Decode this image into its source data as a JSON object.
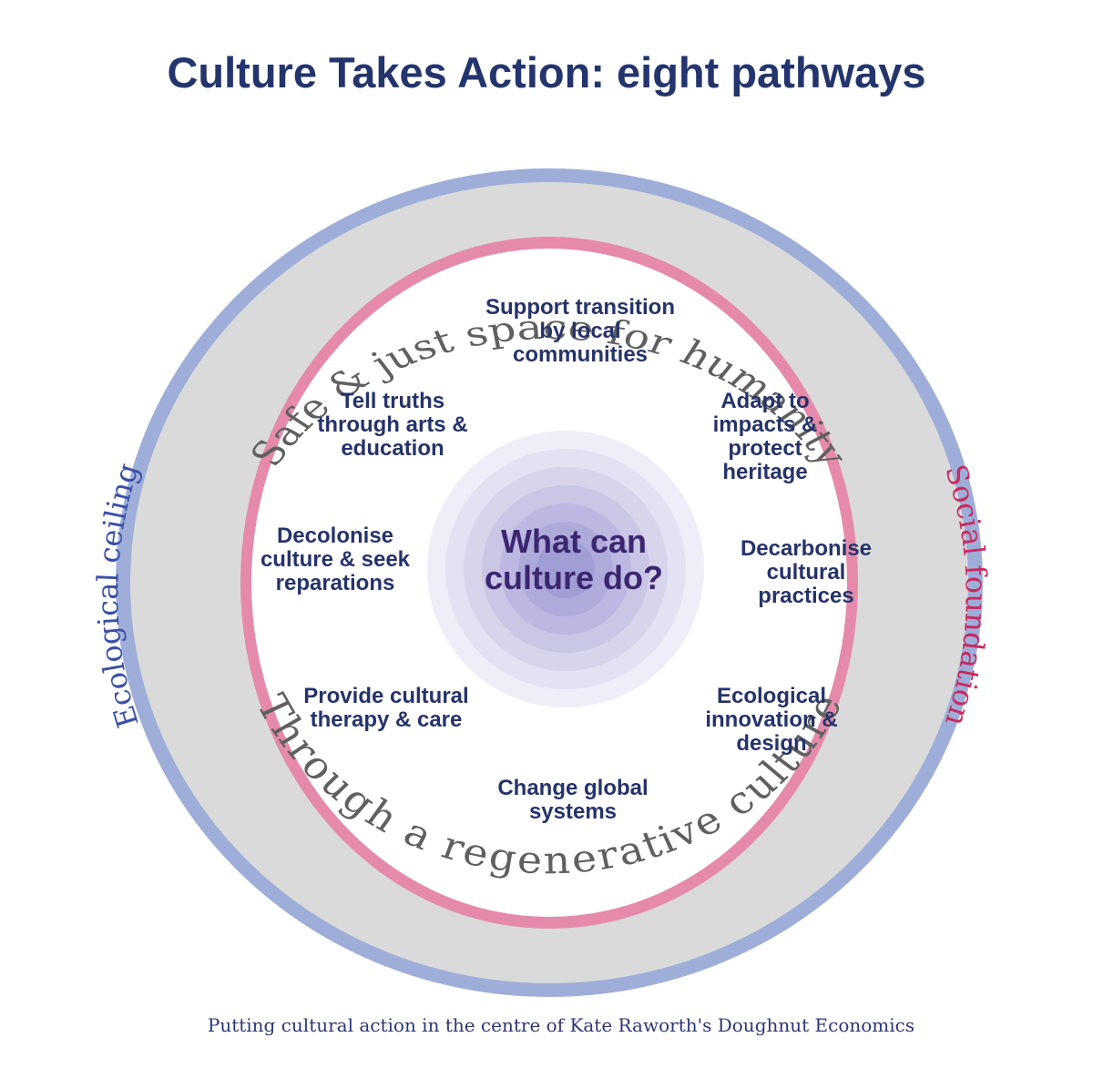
{
  "title": "Culture Takes Action: eight pathways",
  "rings": {
    "top_label": "Safe & just space for humanity",
    "bottom_label": "Through a regenerative culture",
    "left_label": "Ecological ceiling",
    "right_label": "Social foundation"
  },
  "center": {
    "line1": "What can",
    "line2": "culture do?"
  },
  "pathways": [
    {
      "id": "support-transition",
      "lines": [
        "Support transition",
        "by local",
        "communities"
      ]
    },
    {
      "id": "adapt",
      "lines": [
        "Adapt to",
        "impacts &",
        "protect",
        "heritage"
      ]
    },
    {
      "id": "decarbonise",
      "lines": [
        "Decarbonise",
        "cultural",
        "practices"
      ]
    },
    {
      "id": "ecological-innovation",
      "lines": [
        "Ecological",
        "innovation &",
        "design"
      ]
    },
    {
      "id": "change-global",
      "lines": [
        "Change global",
        "systems"
      ]
    },
    {
      "id": "cultural-therapy",
      "lines": [
        "Provide cultural",
        "therapy & care"
      ]
    },
    {
      "id": "decolonise",
      "lines": [
        "Decolonise",
        "culture & seek",
        "reparations"
      ]
    },
    {
      "id": "tell-truths",
      "lines": [
        "Tell truths",
        "through arts &",
        "education"
      ]
    }
  ],
  "caption": "Putting cultural action in the centre of Kate Raworth's Doughnut Economics",
  "colors": {
    "title": "#24346d",
    "outer_ring": "#9eaed9",
    "gray_band": "#dadada",
    "inner_ring": "#e58aaa",
    "pathway_text": "#26336a",
    "center_text": "#3b2670",
    "ring_label_gray": "#606060",
    "ecological_label": "#3a4fa6",
    "social_label": "#c92a60"
  }
}
